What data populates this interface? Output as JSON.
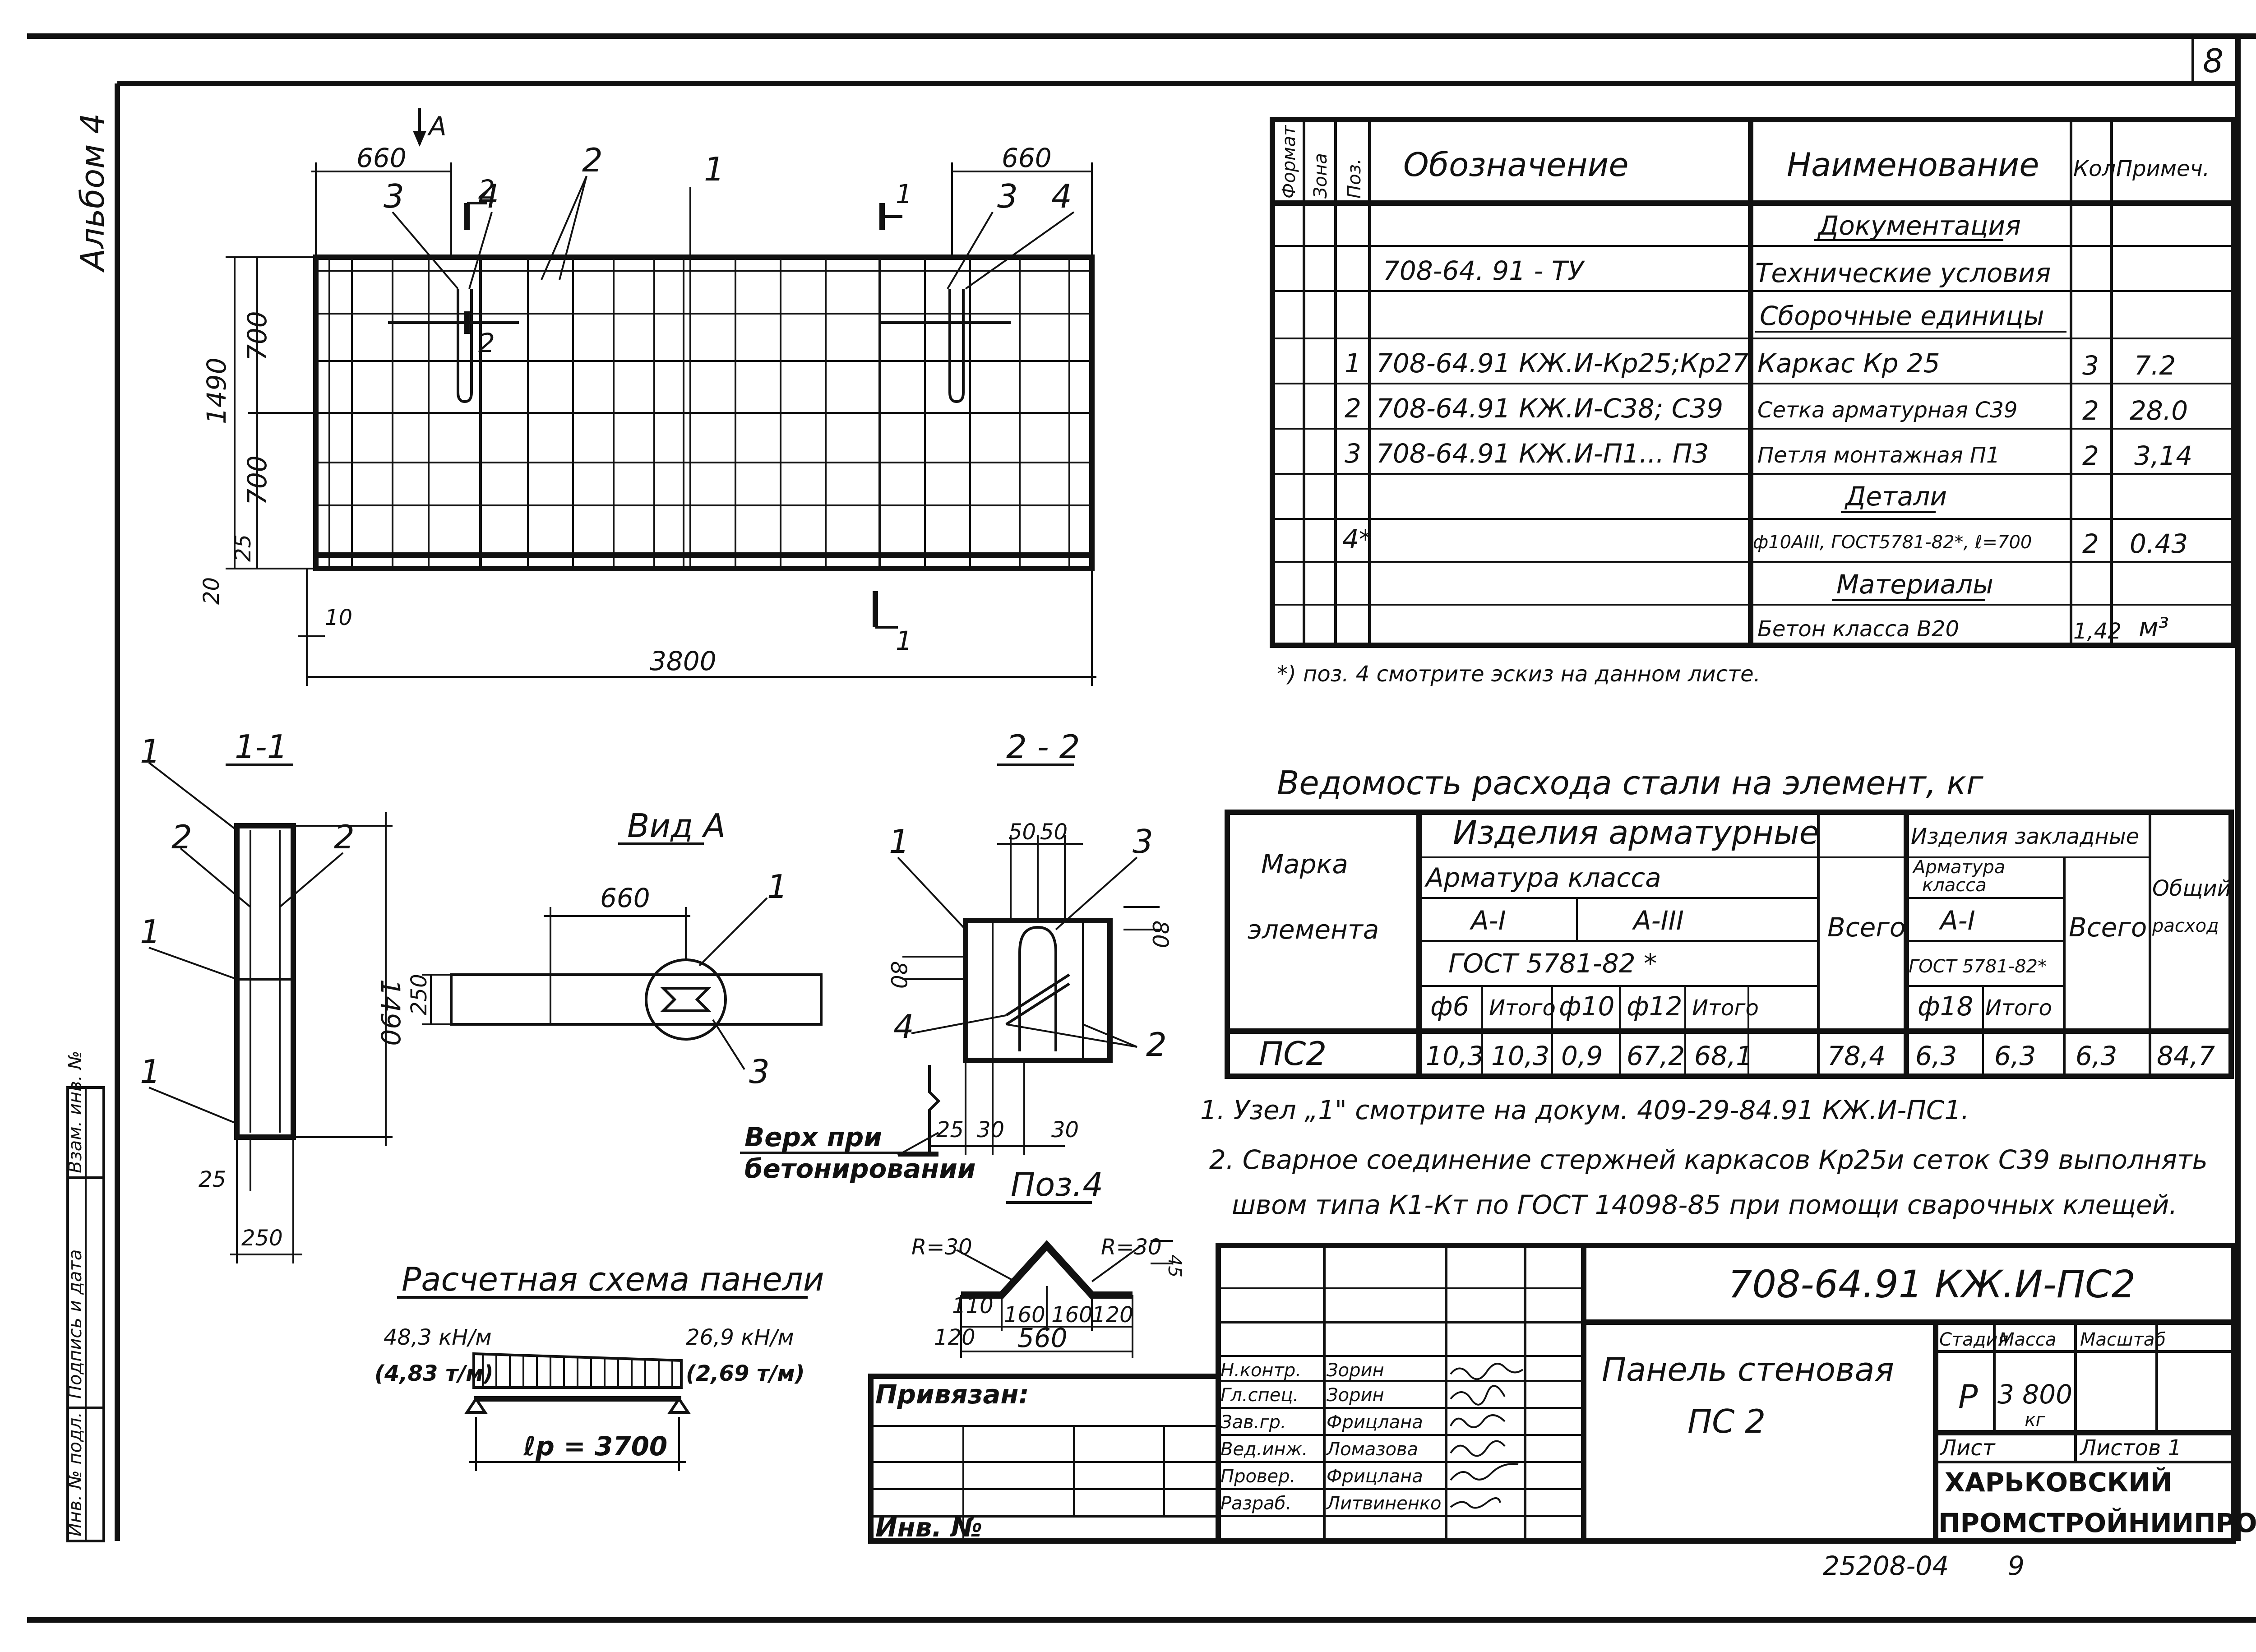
{
  "sheet": {
    "sheet_number": "8",
    "album": "Альбом 4",
    "footer_code": "25208-04",
    "footer_page": "9"
  },
  "plan": {
    "dim_left_top": "660",
    "dim_right_top": "660",
    "view_a": "A",
    "cut_2": "2",
    "cut_1": "1",
    "callouts": [
      "3",
      "4",
      "2",
      "1",
      "3",
      "4"
    ],
    "dim_700_top": "700",
    "dim_700_bottom": "700",
    "dim_1490": "1490",
    "dim_25": "25",
    "dim_20": "20",
    "dim_10": "10",
    "dim_3800": "3800"
  },
  "section_1": {
    "title": "1-1",
    "callouts": [
      "1",
      "2",
      "2",
      "1",
      "1"
    ],
    "dim_1490": "1490",
    "dim_25": "25",
    "dim_250": "250"
  },
  "view_a": {
    "title": "Вид А",
    "dim_660": "660",
    "dim_250": "250",
    "callout_1": "1",
    "callout_3": "3"
  },
  "section_2": {
    "title": "2 - 2",
    "dim_50a": "50",
    "dim_50b": "50",
    "dim_80a": "80",
    "dim_80b": "80",
    "callouts": [
      "1",
      "3",
      "4",
      "2"
    ],
    "dim_25": "25",
    "dim_30a": "30",
    "dim_30b": "30",
    "top_note_1": "Верх при",
    "top_note_2": "бетонировании"
  },
  "pos4": {
    "title": "Поз.4",
    "r_left": "R=30",
    "r_right": "R=30",
    "d_45": "45",
    "d_110": "110",
    "d_120a": "120",
    "d_160a": "160",
    "d_160b": "160",
    "d_120b": "120",
    "d_560": "560"
  },
  "scheme": {
    "title": "Расчетная схема панели",
    "left_load_1": "48,3 кН/м",
    "left_load_2": "(4,83 т/м)",
    "right_load_1": "26,9 кН/м",
    "right_load_2": "(2,69 т/м)",
    "span": "ℓр = 3700"
  },
  "spec": {
    "headers": [
      "Формат",
      "Зона",
      "Поз.",
      "Обозначение",
      "Наименование",
      "Кол.",
      "Примеч."
    ],
    "rows": [
      {
        "pos": "",
        "designation": "",
        "name": "Документация",
        "qty": "",
        "note": "",
        "section": true
      },
      {
        "pos": "",
        "designation": "708-64. 91 - ТУ",
        "name": "Технические условия",
        "qty": "",
        "note": "",
        "section": false
      },
      {
        "pos": "",
        "designation": "",
        "name": "Сборочные единицы",
        "qty": "",
        "note": "",
        "section": true
      },
      {
        "pos": "1",
        "designation": "708-64.91 КЖ.И-Кр25;Кр27",
        "name": "Каркас  Кр 25",
        "qty": "3",
        "note": "7.2",
        "section": false
      },
      {
        "pos": "2",
        "designation": "708-64.91 КЖ.И-С38; С39",
        "name": "Сетка арматурная С39",
        "qty": "2",
        "note": "28.0",
        "section": false
      },
      {
        "pos": "3",
        "designation": "708-64.91 КЖ.И-П1... П3",
        "name": "Петля монтажная П1",
        "qty": "2",
        "note": "3,14",
        "section": false
      },
      {
        "pos": "",
        "designation": "",
        "name": "Детали",
        "qty": "",
        "note": "",
        "section": true
      },
      {
        "pos": "4*",
        "designation": "",
        "name": "ф10АIII, ГОСТ5781-82*, ℓ=700",
        "qty": "2",
        "note": "0.43",
        "section": false
      },
      {
        "pos": "",
        "designation": "",
        "name": "Материалы",
        "qty": "",
        "note": "",
        "section": true
      },
      {
        "pos": "",
        "designation": "",
        "name": "Бетон класса В20",
        "qty": "1,42",
        "note": "м³",
        "section": false
      }
    ],
    "footnote": "*) поз. 4 смотрите эскиз  на  данном листе."
  },
  "steel": {
    "title": "Ведомость расхода стали на элемент, кг",
    "h_mark_1": "Марка",
    "h_mark_2": "элемента",
    "h_rebar": "Изделия  арматурные",
    "h_rebar_class": "Арматура  класса",
    "h_a1": "А-I",
    "h_a3": "А-III",
    "h_gost": "ГОСТ 5781-82 *",
    "h_d6": "ф6",
    "h_total1": "Итого",
    "h_d10": "ф10",
    "h_d12": "ф12",
    "h_total2": "Итого",
    "h_all": "Всего",
    "h_embed": "Изделия закладные",
    "h_embed_class_1": "Арматура",
    "h_embed_class_2": "класса",
    "h_embed_a1": "А-I",
    "h_embed_gost": "ГОСТ 5781-82*",
    "h_d18": "ф18",
    "h_total3": "Итого",
    "h_all2": "Всего",
    "h_overall_1": "Общий",
    "h_overall_2": "расход",
    "row": {
      "mark": "ПС2",
      "d6": "10,3",
      "t1": "10,3",
      "d10": "0,9",
      "d12": "67,2",
      "t2": "68,1",
      "all": "78,4",
      "d18": "6,3",
      "t3": "6,3",
      "all2": "6,3",
      "overall": "84,7"
    }
  },
  "notes": [
    "1. Узел „1\" смотрите на докум. 409-29-84.91 КЖ.И-ПС1.",
    "2. Сварное  соединение  стержней каркасов Кр25и сеток С39 выполнять",
    "швом  типа  К1-Кт  по ГОСТ 14098-85 при помощи  сварочных клещей."
  ],
  "title_block": {
    "code": "708-64.91  КЖ.И-ПС2",
    "product_1": "Панель  стеновая",
    "product_2": "ПС 2",
    "stage_h": "Стадия",
    "mass_h": "Масса",
    "scale_h": "Масштаб",
    "stage": "Р",
    "mass_1": "3 800",
    "mass_2": "кг",
    "sheet_h": "Лист",
    "sheets_h": "Листов 1",
    "org_1": "ХАРЬКОВСКИЙ",
    "org_2": "ПРОМСТРОЙНИИПРОЕКТ",
    "privyazan": "Привязан:",
    "inv": "Инв. №",
    "roles": [
      "Н.контр.",
      "Гл.спец.",
      "Зав.гр.",
      "Вед.инж.",
      "Провер.",
      "Разраб."
    ],
    "names": [
      "Зорин",
      "Зорин",
      "Фрицлана",
      "Ломазова",
      "Фрицлана",
      "Литвиненко"
    ]
  },
  "side_stamp": [
    "Инв. № подл.",
    "Подпись и дата",
    "Взам. инв. №"
  ]
}
